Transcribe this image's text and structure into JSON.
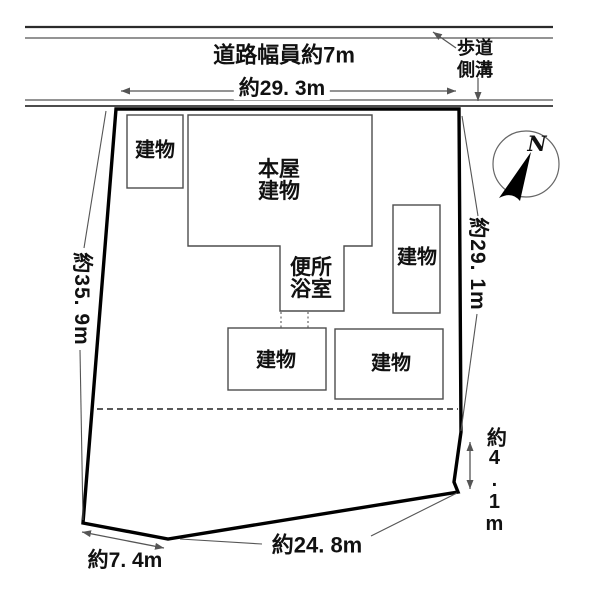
{
  "page": {
    "background": "#ffffff",
    "ink": "#000000",
    "line_gray": "#555555"
  },
  "road": {
    "width_label": "道路幅員約7m",
    "sidewalk_label": "歩道",
    "gutter_label": "側溝"
  },
  "dimensions": {
    "frontage": "約29. 3m",
    "left_side": "約35. 9m",
    "right_side": "約29. 1m",
    "right_lower": "約4.1m",
    "bottom": "約24. 8m",
    "bottom_left": "約7. 4m"
  },
  "buildings": {
    "top_left": "建物",
    "main": {
      "line1": "本屋",
      "line2": "建物"
    },
    "annex": {
      "line1": "便所",
      "line2": "浴室"
    },
    "right": "建物",
    "bottom_left": "建物",
    "bottom_right": "建物"
  },
  "compass": {
    "north": "N"
  }
}
